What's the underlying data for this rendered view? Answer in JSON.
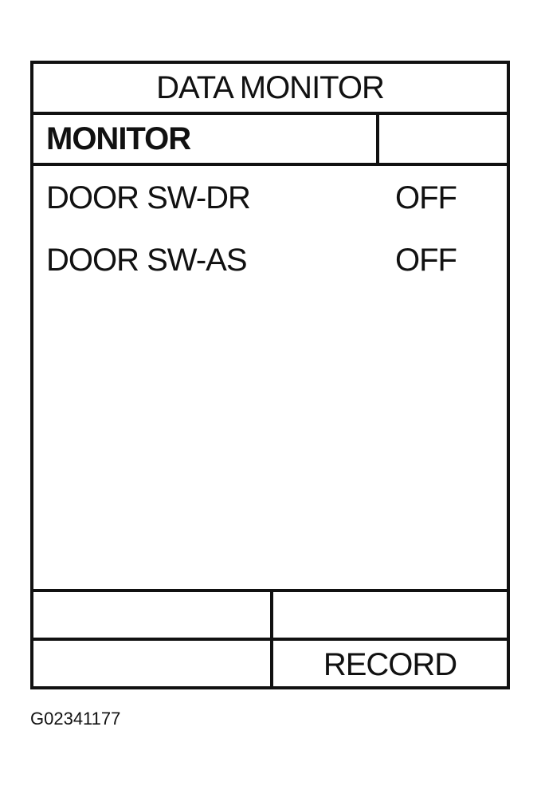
{
  "screen": {
    "title": "DATA MONITOR",
    "header": {
      "label": "MONITOR",
      "right": ""
    },
    "rows": [
      {
        "label": "DOOR SW-DR",
        "value": "OFF"
      },
      {
        "label": "DOOR SW-AS",
        "value": "OFF"
      }
    ],
    "buttons": {
      "row1_left": "",
      "row1_right": "",
      "row2_left": "",
      "record": "RECORD"
    }
  },
  "caption": "G02341177"
}
